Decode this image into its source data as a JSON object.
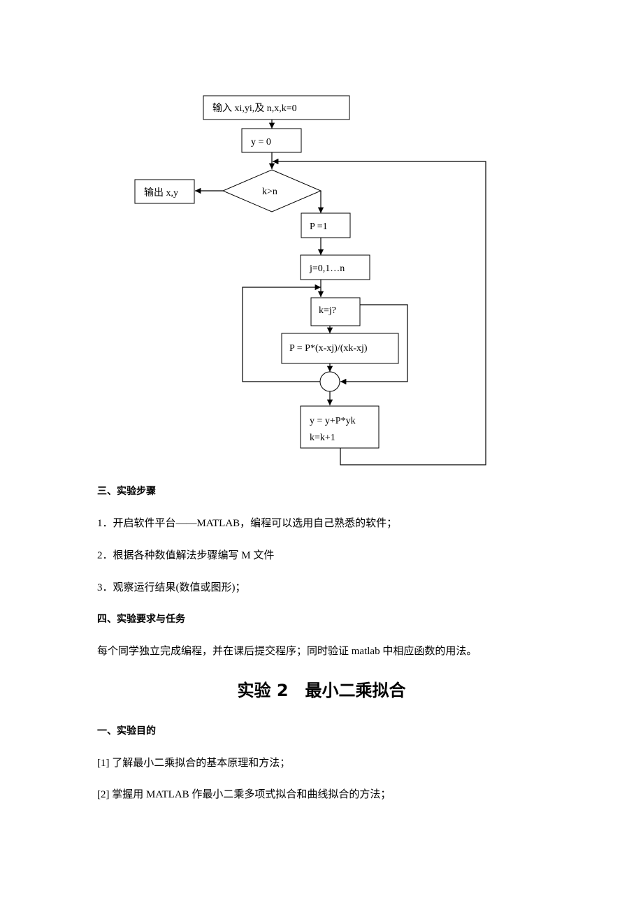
{
  "flowchart": {
    "input": "输入 xi,yi,及 n,x,k=0",
    "init_y": "y = 0",
    "condition": "k>n",
    "output": "输出 x,y",
    "init_p": "P =1",
    "loop_j": "j=0,1…n",
    "check_kj": "k=j?",
    "update_p": "P = P*(x-xj)/(xk-xj)",
    "update_y": "y = y+P*yk",
    "incr_k": "k=k+1"
  },
  "section3": {
    "heading": "三、实验步骤",
    "steps": [
      "1．开启软件平台——MATLAB，编程可以选用自己熟悉的软件；",
      "2．根据各种数值解法步骤编写 M 文件",
      "3．观察运行结果(数值或图形)；"
    ]
  },
  "section4": {
    "heading": "四、实验要求与任务",
    "text": "每个同学独立完成编程，并在课后提交程序；同时验证 matlab 中相应函数的用法。"
  },
  "experiment2": {
    "label": "实验 2",
    "name": "最小二乘拟合"
  },
  "section1": {
    "heading": "一、实验目的",
    "items": [
      "[1]  了解最小二乘拟合的基本原理和方法；",
      "[2]  掌握用 MATLAB 作最小二乘多项式拟合和曲线拟合的方法；"
    ]
  }
}
